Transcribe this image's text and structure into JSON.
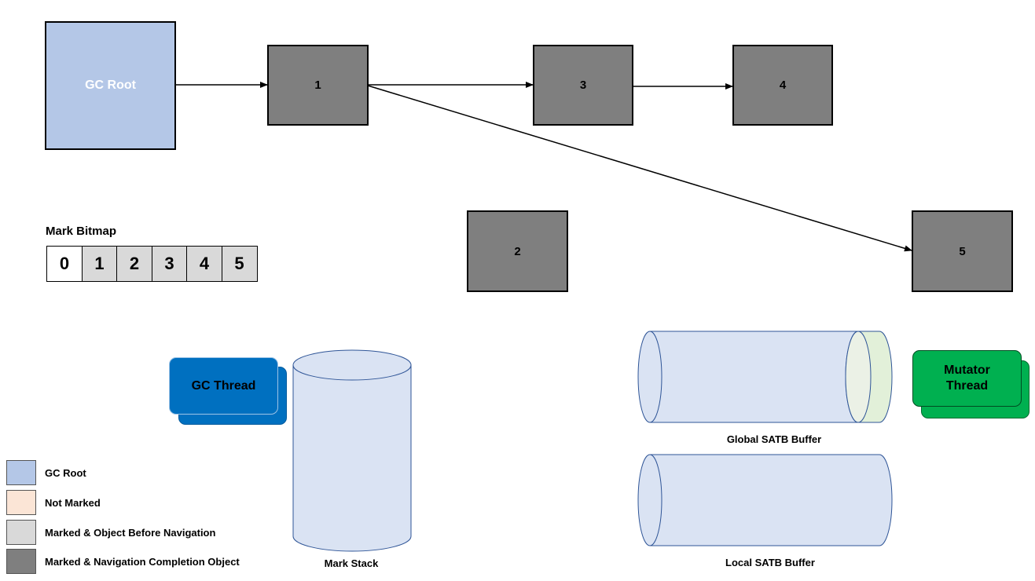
{
  "diagram": {
    "gc_root_label": "GC Root",
    "nodes": [
      {
        "id": "1",
        "label": "1"
      },
      {
        "id": "2",
        "label": "2"
      },
      {
        "id": "3",
        "label": "3"
      },
      {
        "id": "4",
        "label": "4"
      },
      {
        "id": "5",
        "label": "5"
      }
    ],
    "edges": [
      {
        "from": "GC Root",
        "to": "1"
      },
      {
        "from": "1",
        "to": "3"
      },
      {
        "from": "3",
        "to": "4"
      },
      {
        "from": "1",
        "to": "5"
      }
    ]
  },
  "mark_bitmap": {
    "title": "Mark Bitmap",
    "cells": [
      "0",
      "1",
      "2",
      "3",
      "4",
      "5"
    ]
  },
  "threads": {
    "gc_thread": "GC Thread",
    "mutator_thread": "Mutator Thread"
  },
  "buffers": {
    "mark_stack": "Mark Stack",
    "global_satb": "Global SATB Buffer",
    "local_satb": "Local SATB Buffer"
  },
  "legend": [
    {
      "label": "GC Root",
      "color": "#b4c7e7"
    },
    {
      "label": "Not Marked",
      "color": "#fbe5d6"
    },
    {
      "label": "Marked & Object Before Navigation",
      "color": "#d9d9d9"
    },
    {
      "label": "Marked & Navigation Completion Object",
      "color": "#7f7f7f"
    }
  ],
  "colors": {
    "gc_thread": "#0070c0",
    "mutator_thread": "#00b050",
    "buffer_fill": "#dae3f3",
    "buffer_fill_green": "#e2f0d9"
  }
}
